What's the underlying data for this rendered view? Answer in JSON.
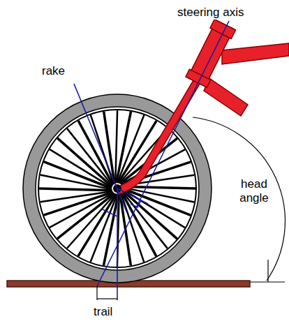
{
  "diagram": {
    "labels": [
      "steering axis",
      "rake",
      "head angle",
      "trail"
    ]
  }
}
